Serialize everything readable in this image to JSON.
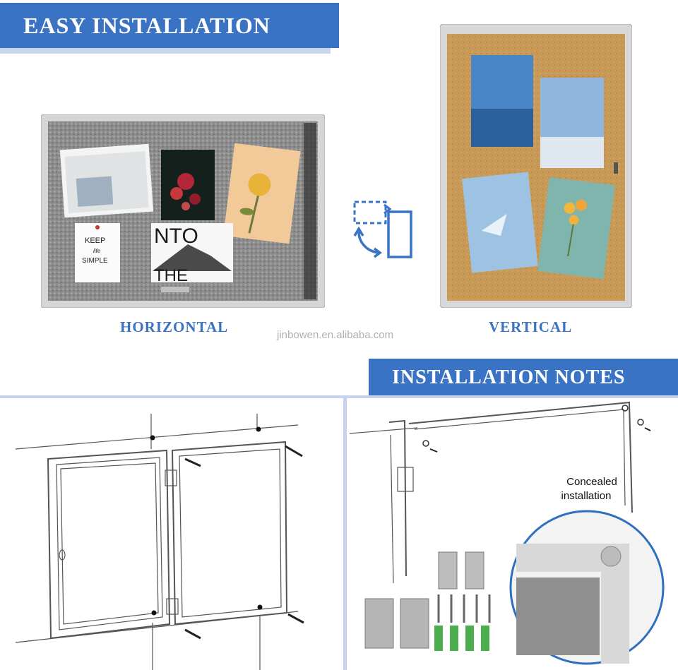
{
  "top_banner": {
    "title": "EASY INSTALLATION"
  },
  "labels": {
    "horizontal": "HORIZONTAL",
    "vertical": "VERTICAL"
  },
  "watermark": "jinbowen.en.alibaba.com",
  "notes_banner": {
    "title": "INSTALLATION NOTES"
  },
  "callout": {
    "line1": "Concealed",
    "line2": "installation"
  },
  "postcards": {
    "keep_line1": "KEEP",
    "keep_line2": "life",
    "keep_line3": "SIMPLE",
    "poster_top": "NTO",
    "poster_bottom": "THE"
  },
  "icons": [
    "rotate-orientation-icon"
  ],
  "colors": {
    "accent": "#3b73c4",
    "cork": "#c89a55",
    "felt": "#8c8c8c",
    "frame": "#d4d4d4"
  }
}
